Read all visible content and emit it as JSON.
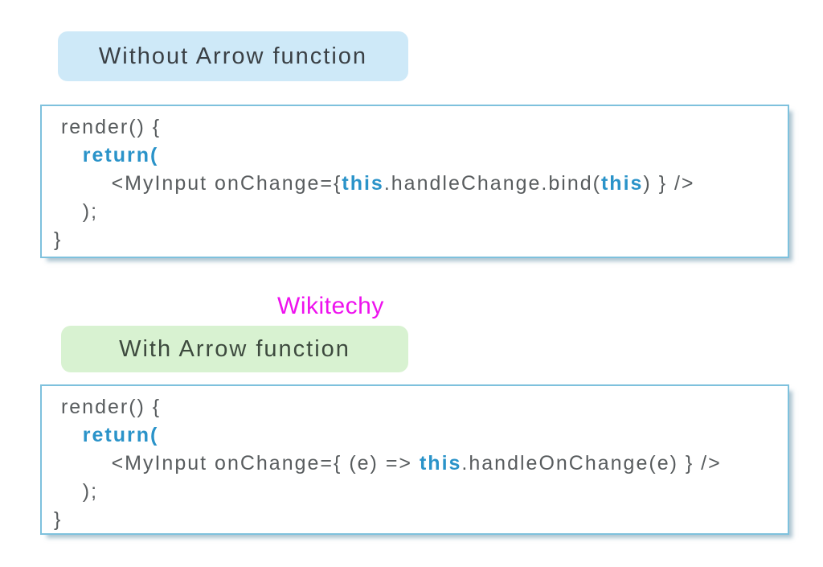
{
  "watermark": {
    "text": "Wikitechy"
  },
  "sections": [
    {
      "header": {
        "label": "Without Arrow function"
      },
      "code": {
        "lines": [
          [
            {
              "t": " render() {"
            }
          ],
          [
            {
              "t": "    "
            },
            {
              "t": "return(",
              "k": true
            }
          ],
          [
            {
              "t": "        <MyInput onChange={"
            },
            {
              "t": "this",
              "k": true
            },
            {
              "t": ".handleChange.bind("
            },
            {
              "t": "this",
              "k": true
            },
            {
              "t": ") } />"
            }
          ],
          [
            {
              "t": "    );"
            }
          ],
          [
            {
              "t": "}"
            }
          ]
        ]
      }
    },
    {
      "header": {
        "label": "With Arrow function"
      },
      "code": {
        "lines": [
          [
            {
              "t": " render() {"
            }
          ],
          [
            {
              "t": "    "
            },
            {
              "t": "return(",
              "k": true
            }
          ],
          [
            {
              "t": "        <MyInput onChange={ (e) => "
            },
            {
              "t": "this",
              "k": true
            },
            {
              "t": ".handleOnChange(e) } />"
            }
          ],
          [
            {
              "t": "    );"
            }
          ],
          [
            {
              "t": "}"
            }
          ]
        ]
      }
    }
  ],
  "colors": {
    "badge_blue": "#cee9f8",
    "badge_green": "#d8f2d1",
    "box_border": "#7ec1dd",
    "keyword": "#2a93c9",
    "code_text": "#585c5e",
    "watermark": "#ee12ee"
  }
}
